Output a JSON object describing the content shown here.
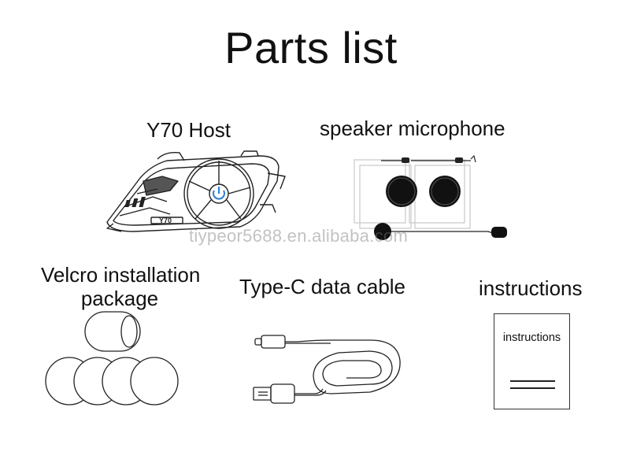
{
  "title": "Parts list",
  "items": {
    "host": {
      "label": "Y70 Host",
      "model_mark": "Y70"
    },
    "speaker": {
      "label": "speaker microphone"
    },
    "velcro": {
      "label_line1": "Velcro installation",
      "label_line2": "package"
    },
    "cable": {
      "label": "Type-C data cable"
    },
    "instructions": {
      "label": "instructions",
      "booklet_text": "instructions"
    }
  },
  "watermark": "tiypeor5688.en.alibaba.com"
}
